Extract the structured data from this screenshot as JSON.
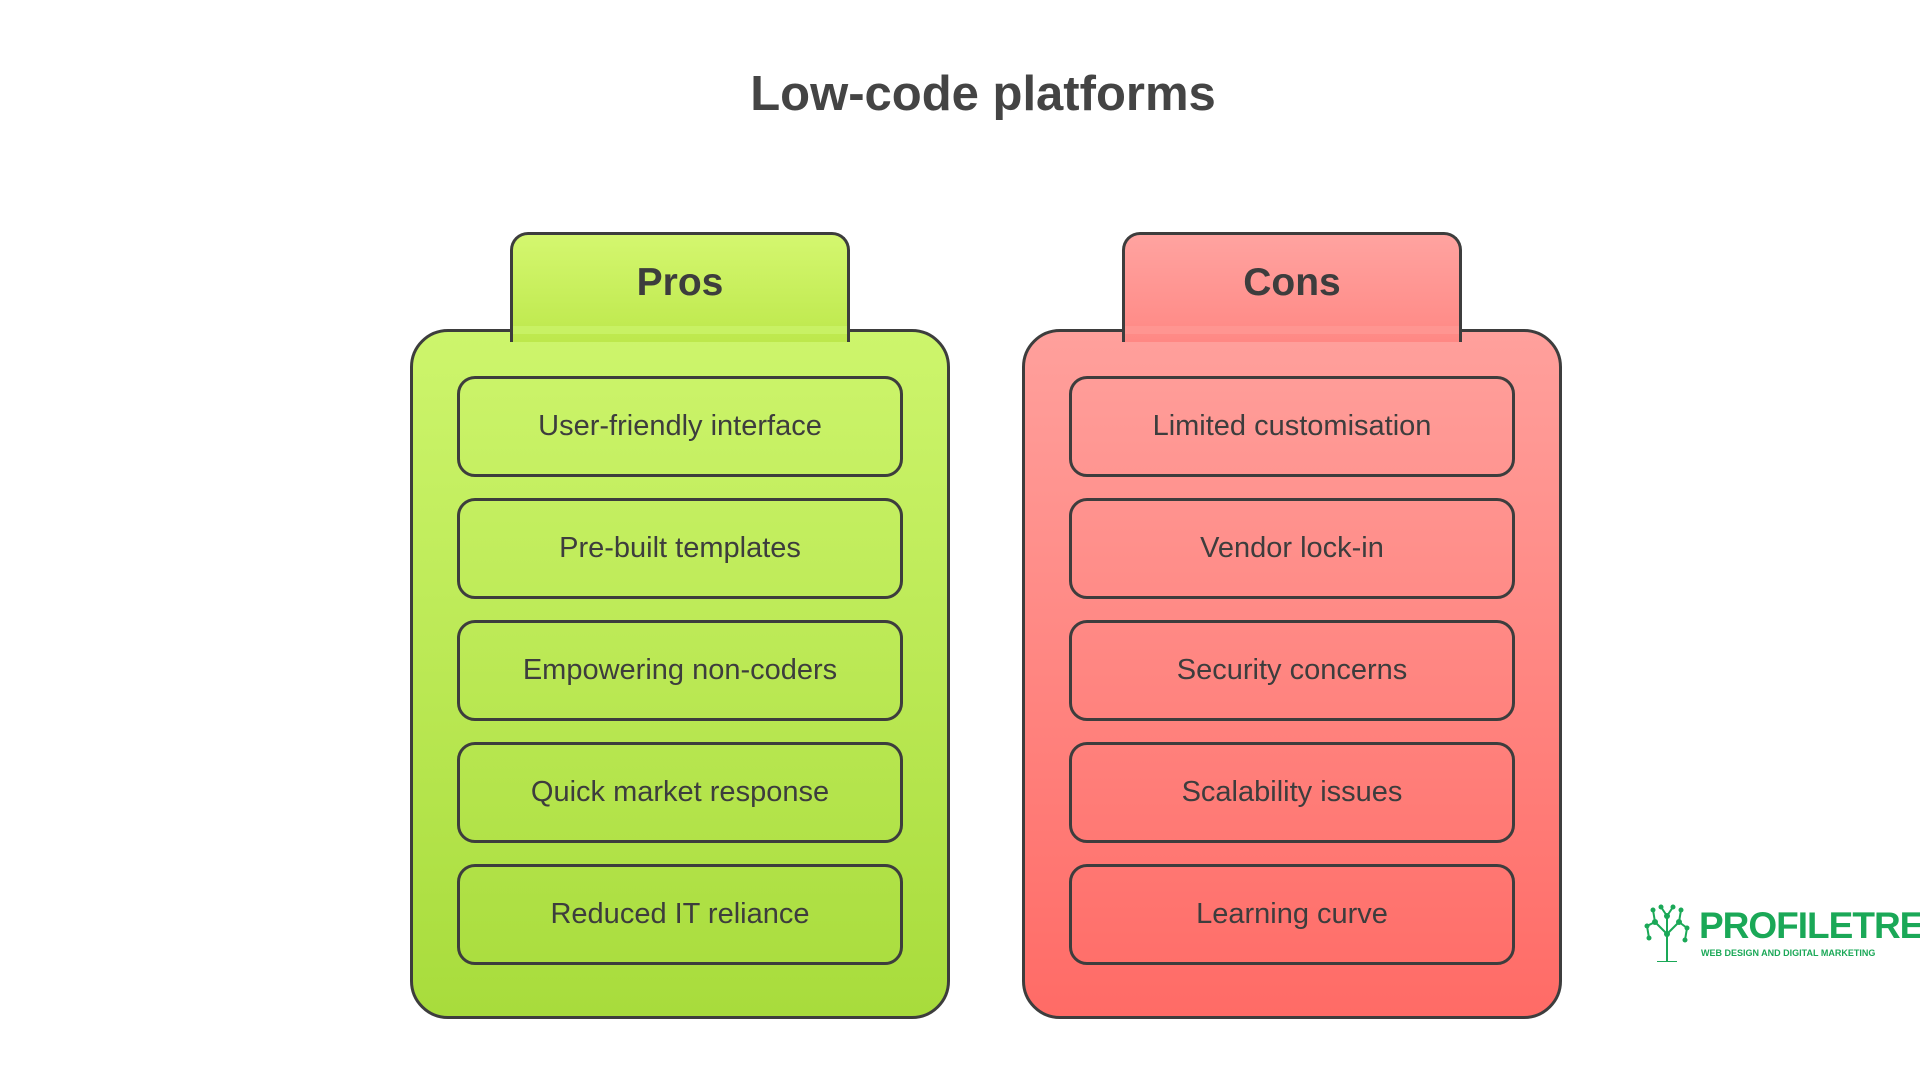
{
  "title": "Low-code platforms",
  "pros": {
    "heading": "Pros",
    "items": [
      "User-friendly interface",
      "Pre-built templates",
      "Empowering non-coders",
      "Quick market response",
      "Reduced IT reliance"
    ]
  },
  "cons": {
    "heading": "Cons",
    "items": [
      "Limited customisation",
      "Vendor lock-in",
      "Security concerns",
      "Scalability issues",
      "Learning curve"
    ]
  },
  "logo": {
    "wordmark": "PROFILETREE",
    "tagline": "WEB DESIGN AND DIGITAL MARKETING",
    "icon": "tree-network-icon"
  },
  "colors": {
    "pros_fill": "#bde84c",
    "cons_fill": "#ff7f7b",
    "outline": "#3d3d3d",
    "logo_green": "#1aa857"
  }
}
